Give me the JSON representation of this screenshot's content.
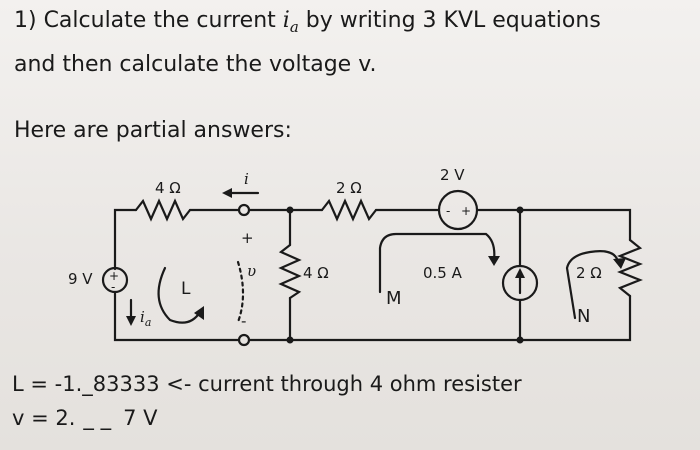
{
  "header": {
    "line1_prefix": "1) Calculate the current ",
    "line1_var": "i",
    "line1_var_sub": "a",
    "line1_suffix": " by writing 3 KVL equations",
    "line2": "and then calculate the voltage v."
  },
  "partial_heading": "Here are partial answers:",
  "circuit": {
    "r_top_left": "4 Ω",
    "current_label": "i",
    "r_top_mid": "2 Ω",
    "source_top": "2 V",
    "source_left": "9 V",
    "loop_L": "L",
    "v_label": "υ",
    "plus_sign": "+",
    "minus_sign": "-",
    "r_center": "4 Ω",
    "loop_M": "M",
    "current_source": "0.5 A",
    "r_right": "2 Ω",
    "loop_N": "N",
    "ia_label": "i",
    "ia_sub": "a"
  },
  "answers": {
    "line1_main": "L = -1._83333",
    "line1_note": " <- current through 4 ohm resister",
    "line2_a": "v = 2.",
    "line2_blank": "_ _",
    "line2_b": "7 V"
  }
}
